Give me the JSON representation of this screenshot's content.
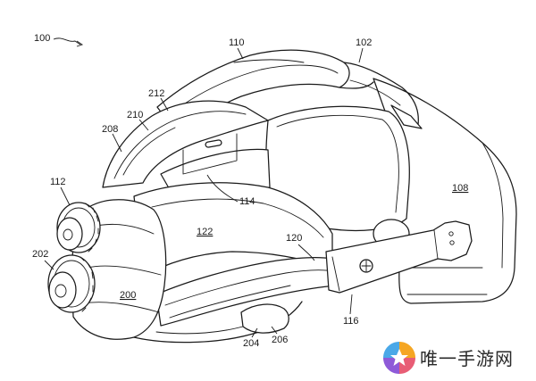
{
  "figure": {
    "ref_main": "100",
    "labels": {
      "l110": "110",
      "l102": "102",
      "l212": "212",
      "l210": "210",
      "l208": "208",
      "l112": "112",
      "l108": "108",
      "l114": "114",
      "l122": "122",
      "l120": "120",
      "l202": "202",
      "l200": "200",
      "l116": "116",
      "l204": "204",
      "l206": "206"
    }
  },
  "watermark": {
    "text": "唯一手游网",
    "logo_icon": "star-logo-icon"
  }
}
